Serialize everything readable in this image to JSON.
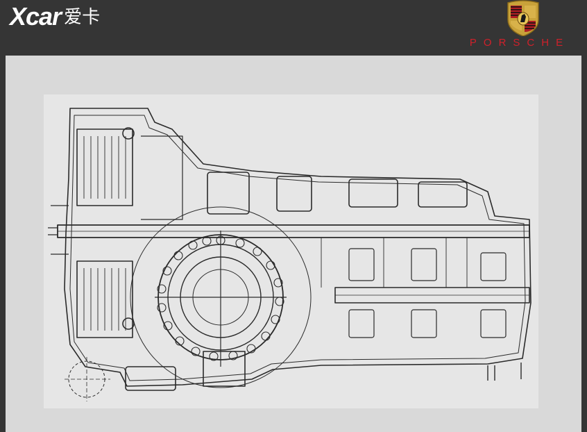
{
  "header": {
    "brand_latin": "Xcar",
    "brand_cn": "爱卡",
    "porsche_word": "PORSCHE"
  },
  "drawing": {
    "icon": "transmission-cutaway-diagram"
  },
  "colors": {
    "header_bg": "#353535",
    "panel_bg": "#d9d9d9",
    "drawing_bg": "#e6e6e6",
    "porsche_red": "#d0202a",
    "line": "#2a2a2a"
  }
}
